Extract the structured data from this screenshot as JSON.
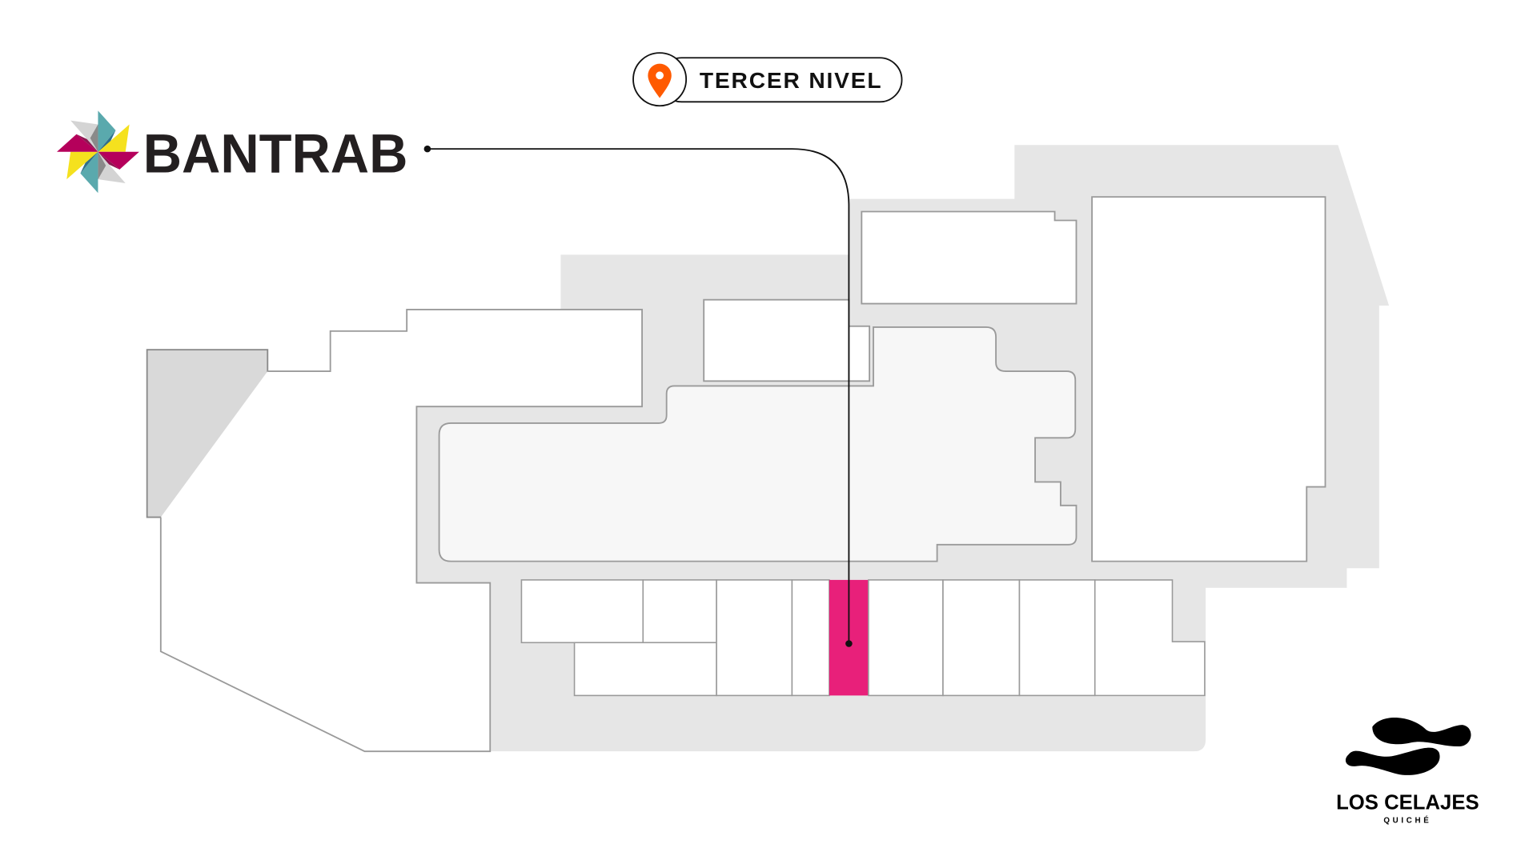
{
  "level_badge": {
    "label": "TERCER NIVEL",
    "icon": "location-pin-icon",
    "icon_color": "#ff5a00"
  },
  "brand": {
    "name": "BANTRAB",
    "colors": [
      "#b5005b",
      "#f5e11e",
      "#5aa9ad",
      "#2f6f8a",
      "#8a8a8a",
      "#d4d4d4"
    ]
  },
  "mall_logo": {
    "name": "LOS CELAJES",
    "subtitle": "QUICHÉ"
  },
  "map": {
    "highlight_color": "#e8207a",
    "plaza_color": "#f7f7f7",
    "corridor_color": "#e6e6e6",
    "anchor_color": "#d9d9d9"
  }
}
